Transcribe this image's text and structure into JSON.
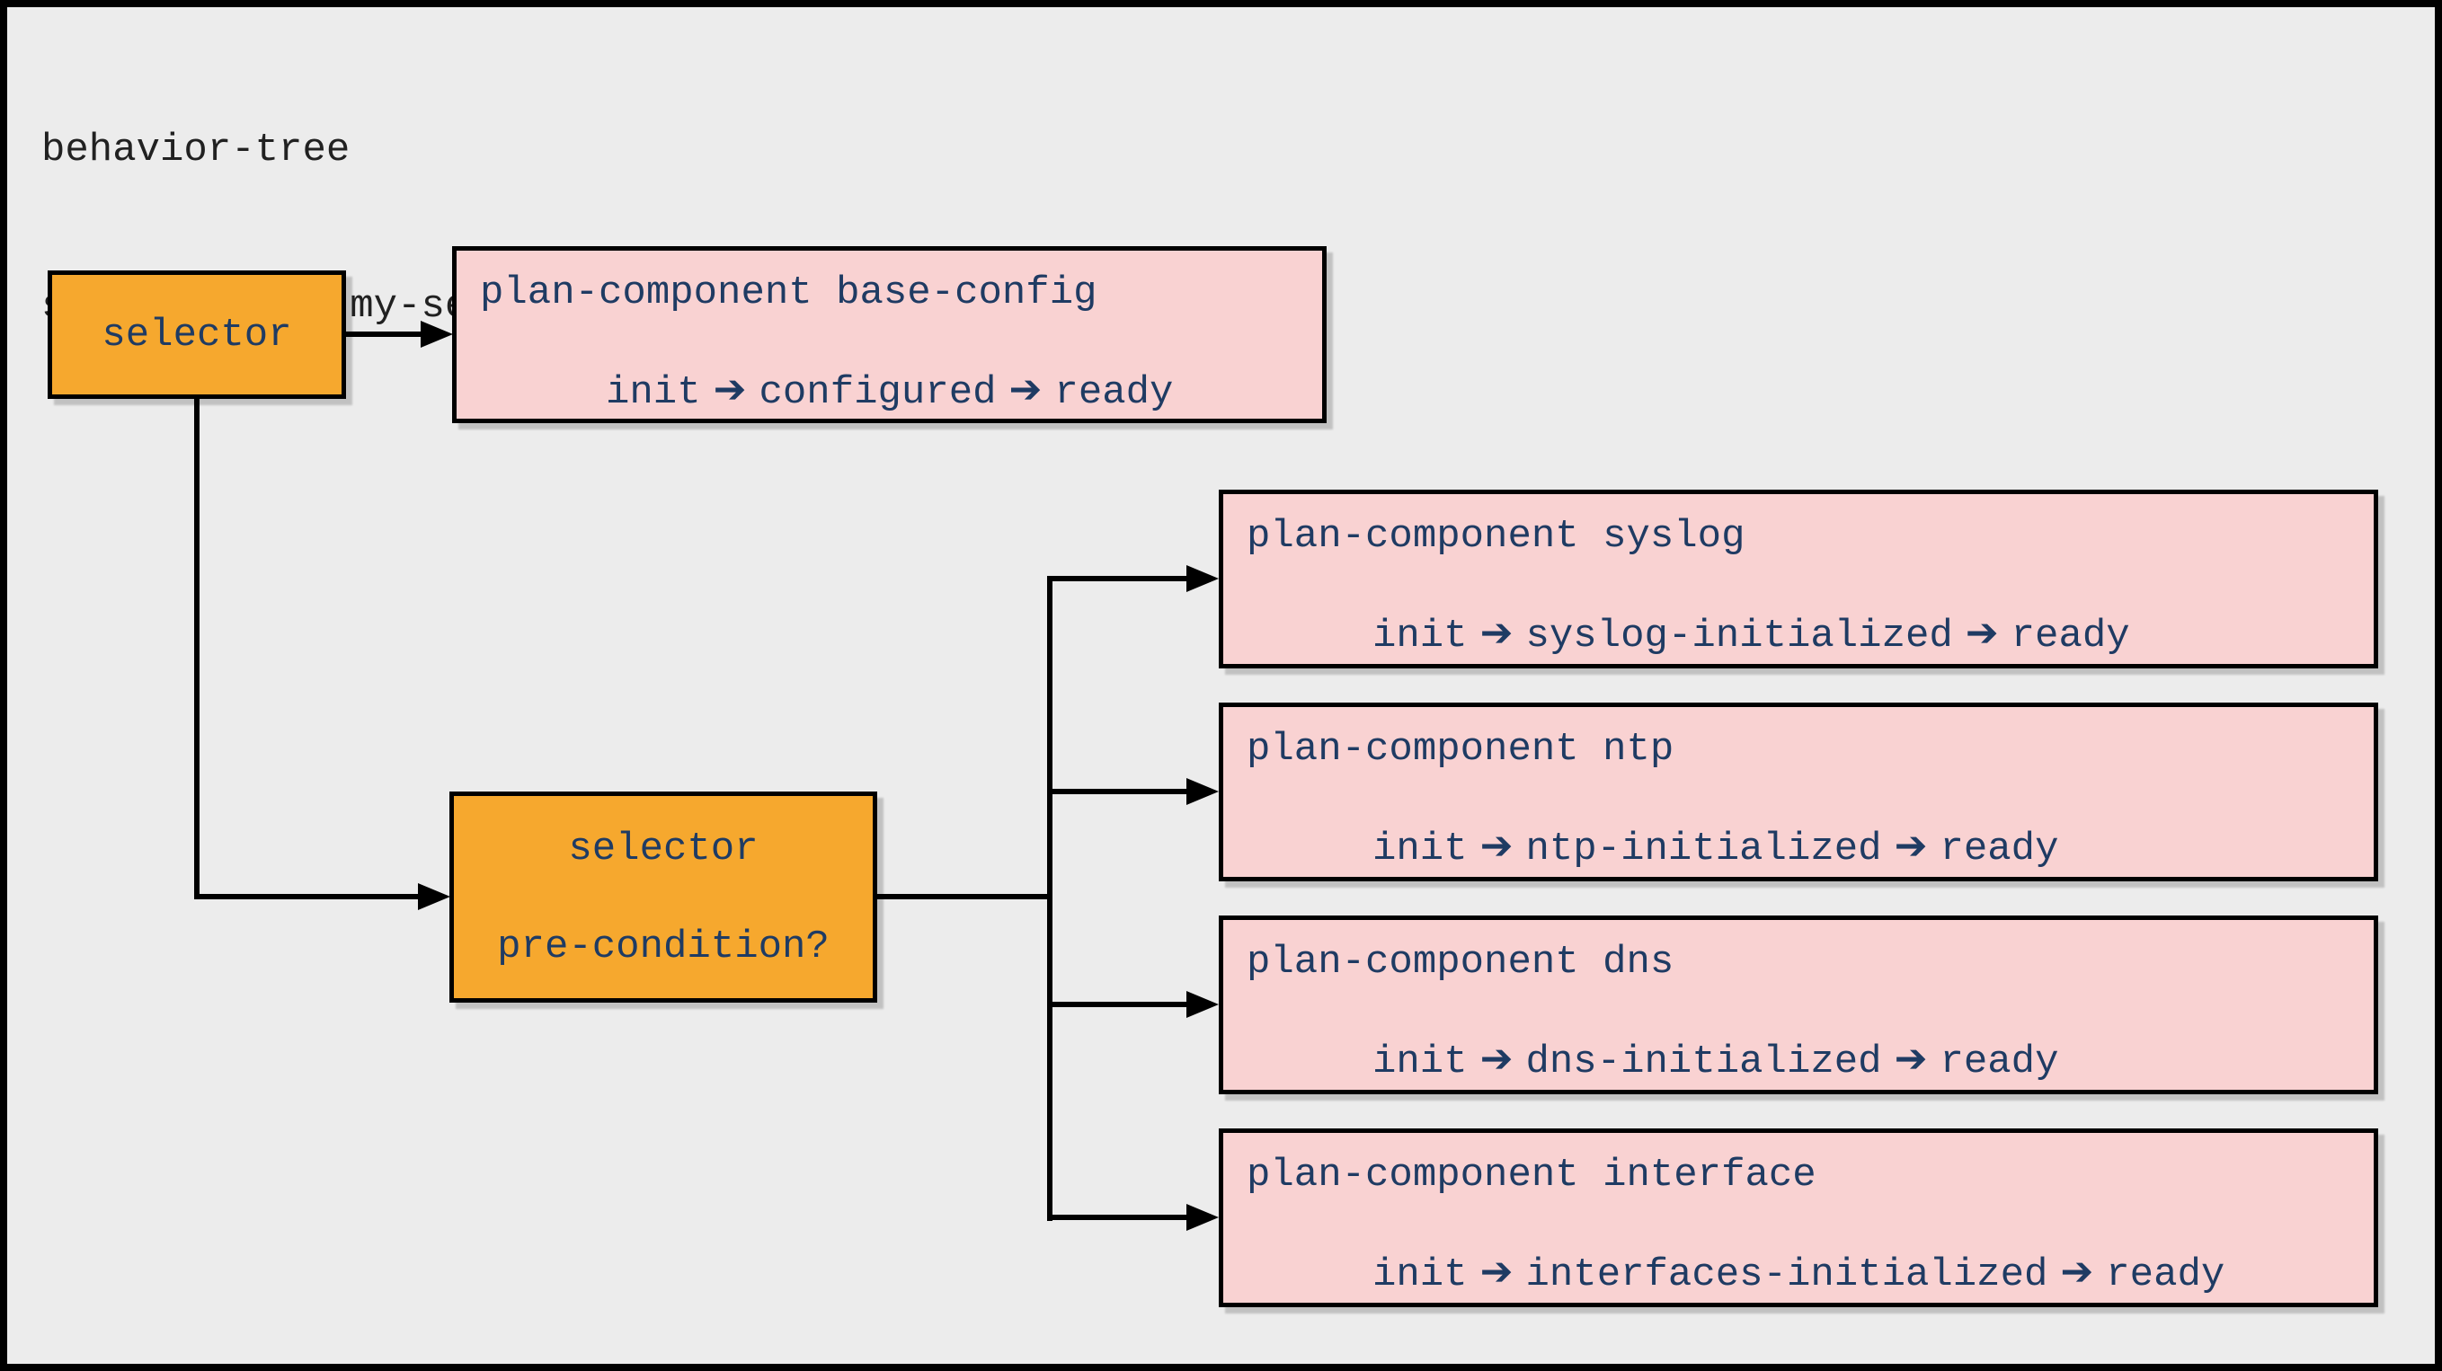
{
  "diagram": {
    "title_line1": "behavior-tree",
    "title_line2": "servicepoint my-servicepoint"
  },
  "nodes": {
    "root_selector": {
      "label": "selector"
    },
    "pre_selector": {
      "label": "selector",
      "question": "pre-condition?"
    },
    "components": [
      {
        "title": "plan-component base-config",
        "s1": "init",
        "s2": "configured",
        "s3": "ready"
      },
      {
        "title": "plan-component syslog",
        "s1": "init",
        "s2": "syslog-initialized",
        "s3": "ready"
      },
      {
        "title": "plan-component ntp",
        "s1": "init",
        "s2": "ntp-initialized",
        "s3": "ready"
      },
      {
        "title": "plan-component dns",
        "s1": "init",
        "s2": "dns-initialized",
        "s3": "ready"
      },
      {
        "title": "plan-component interface",
        "s1": "init",
        "s2": "interfaces-initialized",
        "s3": "ready"
      }
    ]
  },
  "icons": {
    "flow_arrow": "➔"
  },
  "colors": {
    "selector_fill": "#F6A82E",
    "component_fill": "#F9D2D2",
    "node_text": "#1F3B63",
    "title_text": "#212121",
    "line": "#000000",
    "background": "#ECECEC"
  }
}
